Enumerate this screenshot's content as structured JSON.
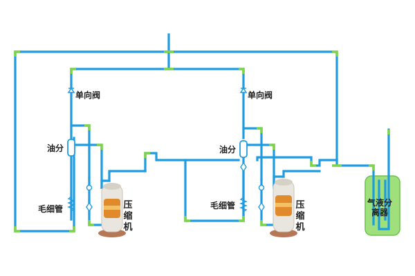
{
  "labels": {
    "check_valve_left": "单向阀",
    "check_valve_right": "单向阀",
    "oil_separator_left": "油分",
    "oil_separator_right": "油分",
    "capillary_left": "毛细管",
    "capillary_right": "毛细管",
    "compressor_left": "压缩机",
    "compressor_right": "压缩机",
    "separator": "气液分离器"
  },
  "colors": {
    "pipe": "#1f9be0",
    "joint": "#7fd34a",
    "separator_fill": "#9fe07c",
    "compressor_shell": "#e9e6df",
    "compressor_core": "#e08a2c",
    "text": "#222222"
  }
}
